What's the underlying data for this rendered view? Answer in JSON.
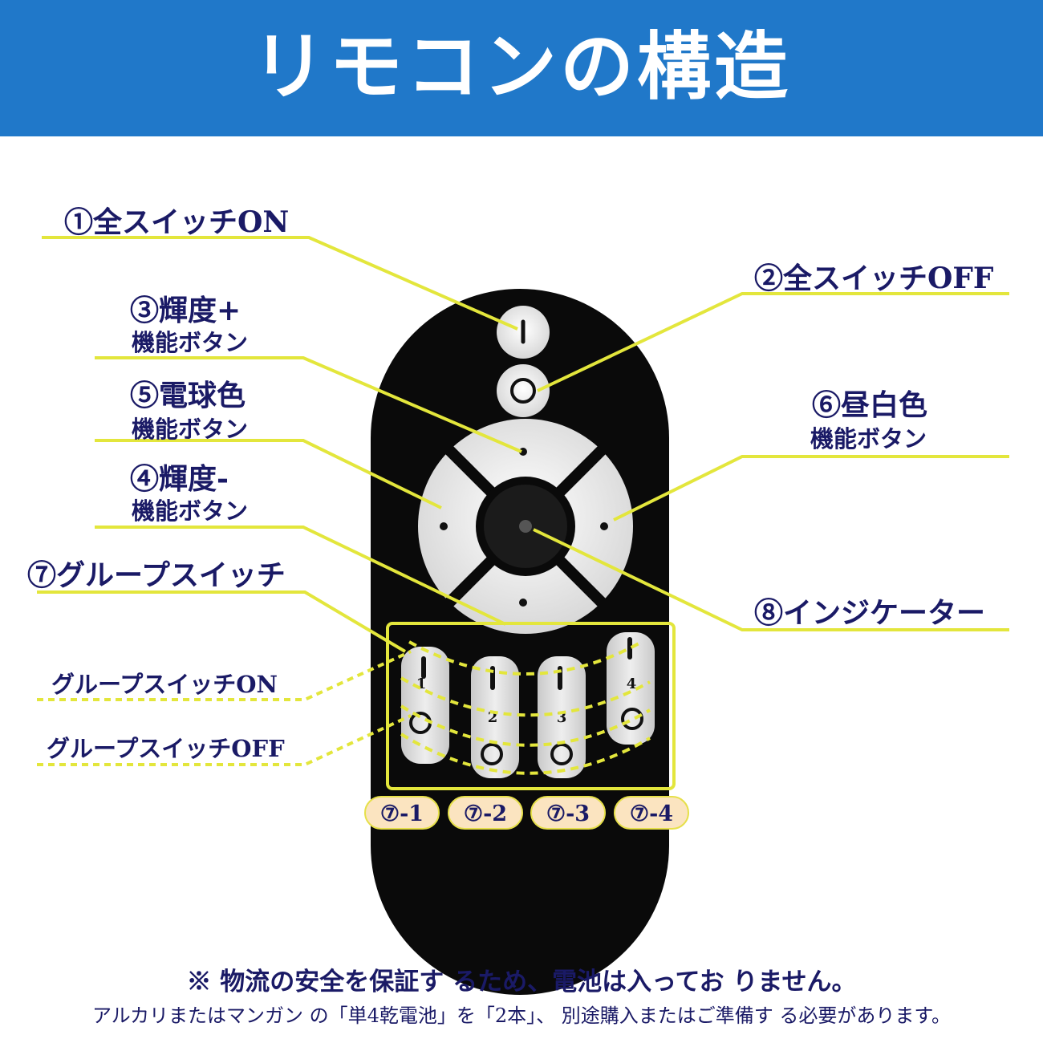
{
  "header": {
    "title": "リモコンの構造",
    "color": "#2078c9"
  },
  "labels": {
    "all_on": "①全スイッチON",
    "all_off": "②全スイッチOFF",
    "bright_up": "③輝度+",
    "bright_up_sub": "機能ボタン",
    "warm": "⑤電球色",
    "warm_sub": "機能ボタン",
    "daylight": "⑥昼白色",
    "daylight_sub": "機能ボタン",
    "bright_down": "④輝度-",
    "bright_down_sub": "機能ボタン",
    "group": "⑦グループスイッチ",
    "indicator": "⑧インジケーター",
    "group_on": "グループスイッチON",
    "group_off": "グループスイッチOFF"
  },
  "group_numbers": [
    "1",
    "2",
    "3",
    "4"
  ],
  "badges": [
    "⑦-1",
    "⑦-2",
    "⑦-3",
    "⑦-4"
  ],
  "notes": {
    "line1": "※ 物流の安全を保証す るため、電池は入ってお りません。",
    "line2": "アルカリまたはマンガン の「単4乾電池」を「2本」、 別途購入またはご準備す る必要があります。"
  },
  "colors": {
    "leader": "#e3e63c",
    "remote": "#0a0a0a",
    "button": "#e8e8e8",
    "text": "#1a1a66"
  }
}
